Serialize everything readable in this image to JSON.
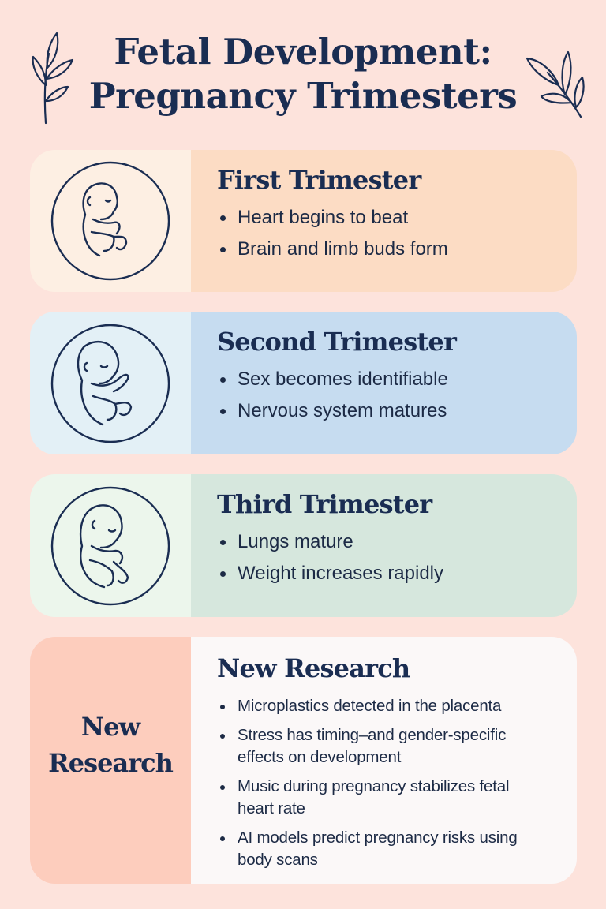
{
  "title": {
    "line1": "Fetal Development:",
    "line2": "Pregnancy Trimesters"
  },
  "decor": {
    "left_icon": "leaf-sprig-icon",
    "right_icon": "leaf-sprig-icon"
  },
  "colors": {
    "background": "#fde3dc",
    "text": "#1a2d52",
    "first_icon_bg": "#fdefe3",
    "first_text_bg": "#fcdcc4",
    "second_icon_bg": "#e3f0f6",
    "second_text_bg": "#c6dcf0",
    "third_icon_bg": "#ecf6ec",
    "third_text_bg": "#d6e7dd",
    "research_label_bg": "#fdcdbd",
    "research_text_bg": "#fbf8f8"
  },
  "trimesters": [
    {
      "icon": "fetus-icon",
      "heading": "First Trimester",
      "points": [
        "Heart begins to beat",
        "Brain and limb buds form"
      ]
    },
    {
      "icon": "fetus-icon",
      "heading": "Second Trimester",
      "points": [
        "Sex becomes identifiable",
        "Nervous system matures"
      ]
    },
    {
      "icon": "fetus-icon",
      "heading": "Third Trimester",
      "points": [
        "Lungs mature",
        "Weight increases rapidly"
      ]
    }
  ],
  "research": {
    "side_label_line1": "New",
    "side_label_line2": "Research",
    "heading": "New Research",
    "points": [
      "Microplastics detected in the placenta",
      "Stress has timing–and gender-specific effects on development",
      "Music during pregnancy stabilizes fetal heart rate",
      "AI models predict pregnancy risks using body scans"
    ]
  }
}
